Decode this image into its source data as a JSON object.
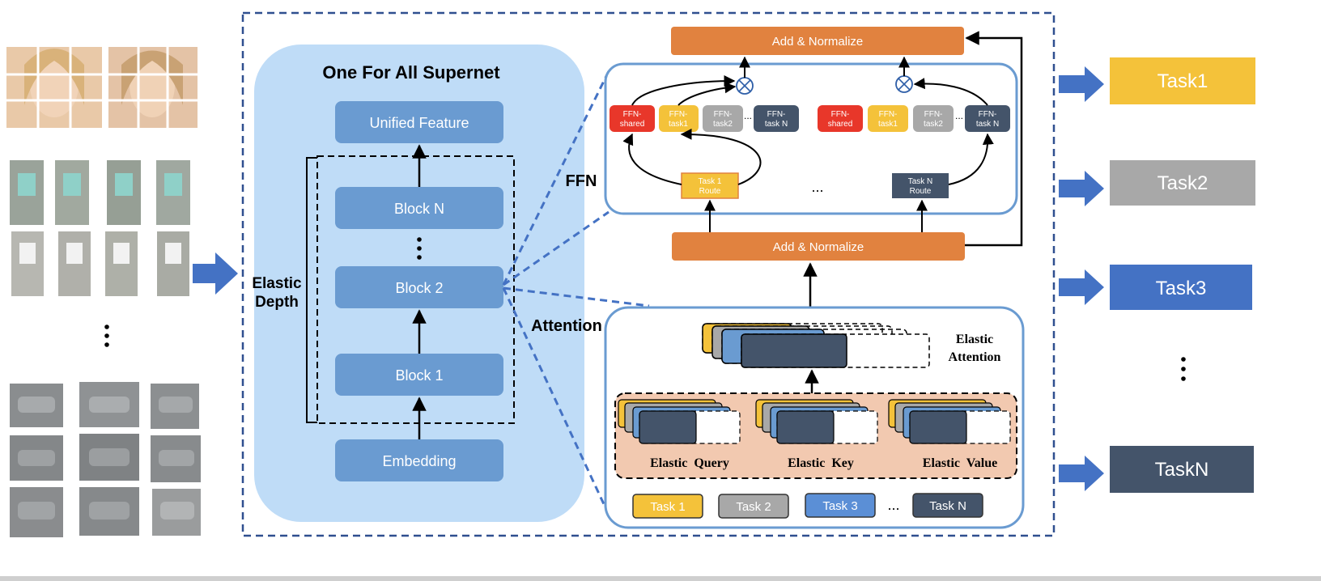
{
  "supernet": {
    "title": "One For All Supernet",
    "unified_feature": "Unified Feature",
    "blocks": [
      "Block N",
      "Block 2",
      "Block 1"
    ],
    "embedding": "Embedding",
    "elastic_depth": [
      "Elastic",
      "Depth"
    ]
  },
  "labels": {
    "ffn": "FFN",
    "attention": "Attention"
  },
  "ffn_panel": {
    "add_normalize_top": "Add & Normalize",
    "add_normalize_mid": "Add & Normalize",
    "group1": [
      {
        "lines": [
          "FFN-",
          "shared"
        ],
        "color": "#e8372a"
      },
      {
        "lines": [
          "FFN-",
          "task1"
        ],
        "color": "#f4c23a"
      },
      {
        "lines": [
          "FFN-",
          "task2"
        ],
        "color": "#a8a8a8"
      },
      {
        "lines": [
          "FFN-",
          "task N"
        ],
        "color": "#44546a"
      }
    ],
    "group2": [
      {
        "lines": [
          "FFN-",
          "shared"
        ],
        "color": "#e8372a"
      },
      {
        "lines": [
          "FFN-",
          "task1"
        ],
        "color": "#f4c23a"
      },
      {
        "lines": [
          "FFN-",
          "task2"
        ],
        "color": "#a8a8a8"
      },
      {
        "lines": [
          "FFN-",
          "task N"
        ],
        "color": "#44546a"
      }
    ],
    "route1": [
      "Task 1",
      "Route"
    ],
    "routeN": [
      "Task N",
      "Route"
    ],
    "ellipsis": "..."
  },
  "attention_panel": {
    "elastic_attention": [
      "Elastic",
      "Attention"
    ],
    "elastic_query": "Elastic  Query",
    "elastic_key": "Elastic  Key",
    "elastic_value": "Elastic  Value",
    "tasks": [
      {
        "label": "Task 1",
        "color": "#f4c23a"
      },
      {
        "label": "Task 2",
        "color": "#a8a8a8"
      },
      {
        "label": "Task 3",
        "color": "#5b8fd6"
      },
      {
        "label": "Task N",
        "color": "#44546a"
      }
    ],
    "ellipsis": "..."
  },
  "outputs": [
    {
      "label": "Task1",
      "color": "#f4c23a"
    },
    {
      "label": "Task2",
      "color": "#a8a8a8"
    },
    {
      "label": "Task3",
      "color": "#4472c4"
    },
    {
      "label": "TaskN",
      "color": "#44546a"
    }
  ],
  "colors": {
    "block_fill": "#6a9bd1",
    "supernet_bg": "#bfdcf7",
    "orange": "#e1823f",
    "panel_border": "#6a9bd1",
    "dashed_frame": "#2f4f8f",
    "arrow_blue": "#4472c4",
    "peach": "#f2c9b0"
  }
}
